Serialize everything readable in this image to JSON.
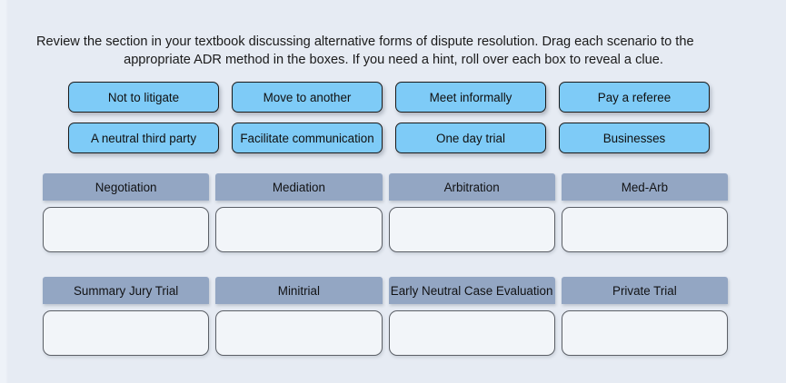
{
  "instructions": {
    "line_1": "Review the section in your textbook discussing alternative forms of dispute resolution. Drag each scenario to the",
    "line_2": "appropriate ADR method in the boxes. If you need a hint, roll over each box to reveal a clue."
  },
  "colors": {
    "page_background": "#e6ebf3",
    "tile_fill": "#7ecbf7",
    "tile_border": "#1a1a1a",
    "header_fill": "#93a6c3",
    "dropzone_fill": "#f2f5f9",
    "dropzone_border": "#5b5f66",
    "text": "#101010"
  },
  "tiles": [
    [
      {
        "label": "Not to litigate"
      },
      {
        "label": "Move to another"
      },
      {
        "label": "Meet informally"
      },
      {
        "label": "Pay a referee"
      }
    ],
    [
      {
        "label": "A neutral third party"
      },
      {
        "label": "Facilitate communication"
      },
      {
        "label": "One day trial"
      },
      {
        "label": "Businesses"
      }
    ]
  ],
  "groups": [
    [
      {
        "label": "Negotiation",
        "dropped": ""
      },
      {
        "label": "Mediation",
        "dropped": ""
      },
      {
        "label": "Arbitration",
        "dropped": ""
      },
      {
        "label": "Med-Arb",
        "dropped": ""
      }
    ],
    [
      {
        "label": "Summary Jury Trial",
        "dropped": ""
      },
      {
        "label": "Minitrial",
        "dropped": ""
      },
      {
        "label": "Early Neutral Case Evaluation",
        "dropped": ""
      },
      {
        "label": "Private Trial",
        "dropped": ""
      }
    ]
  ]
}
